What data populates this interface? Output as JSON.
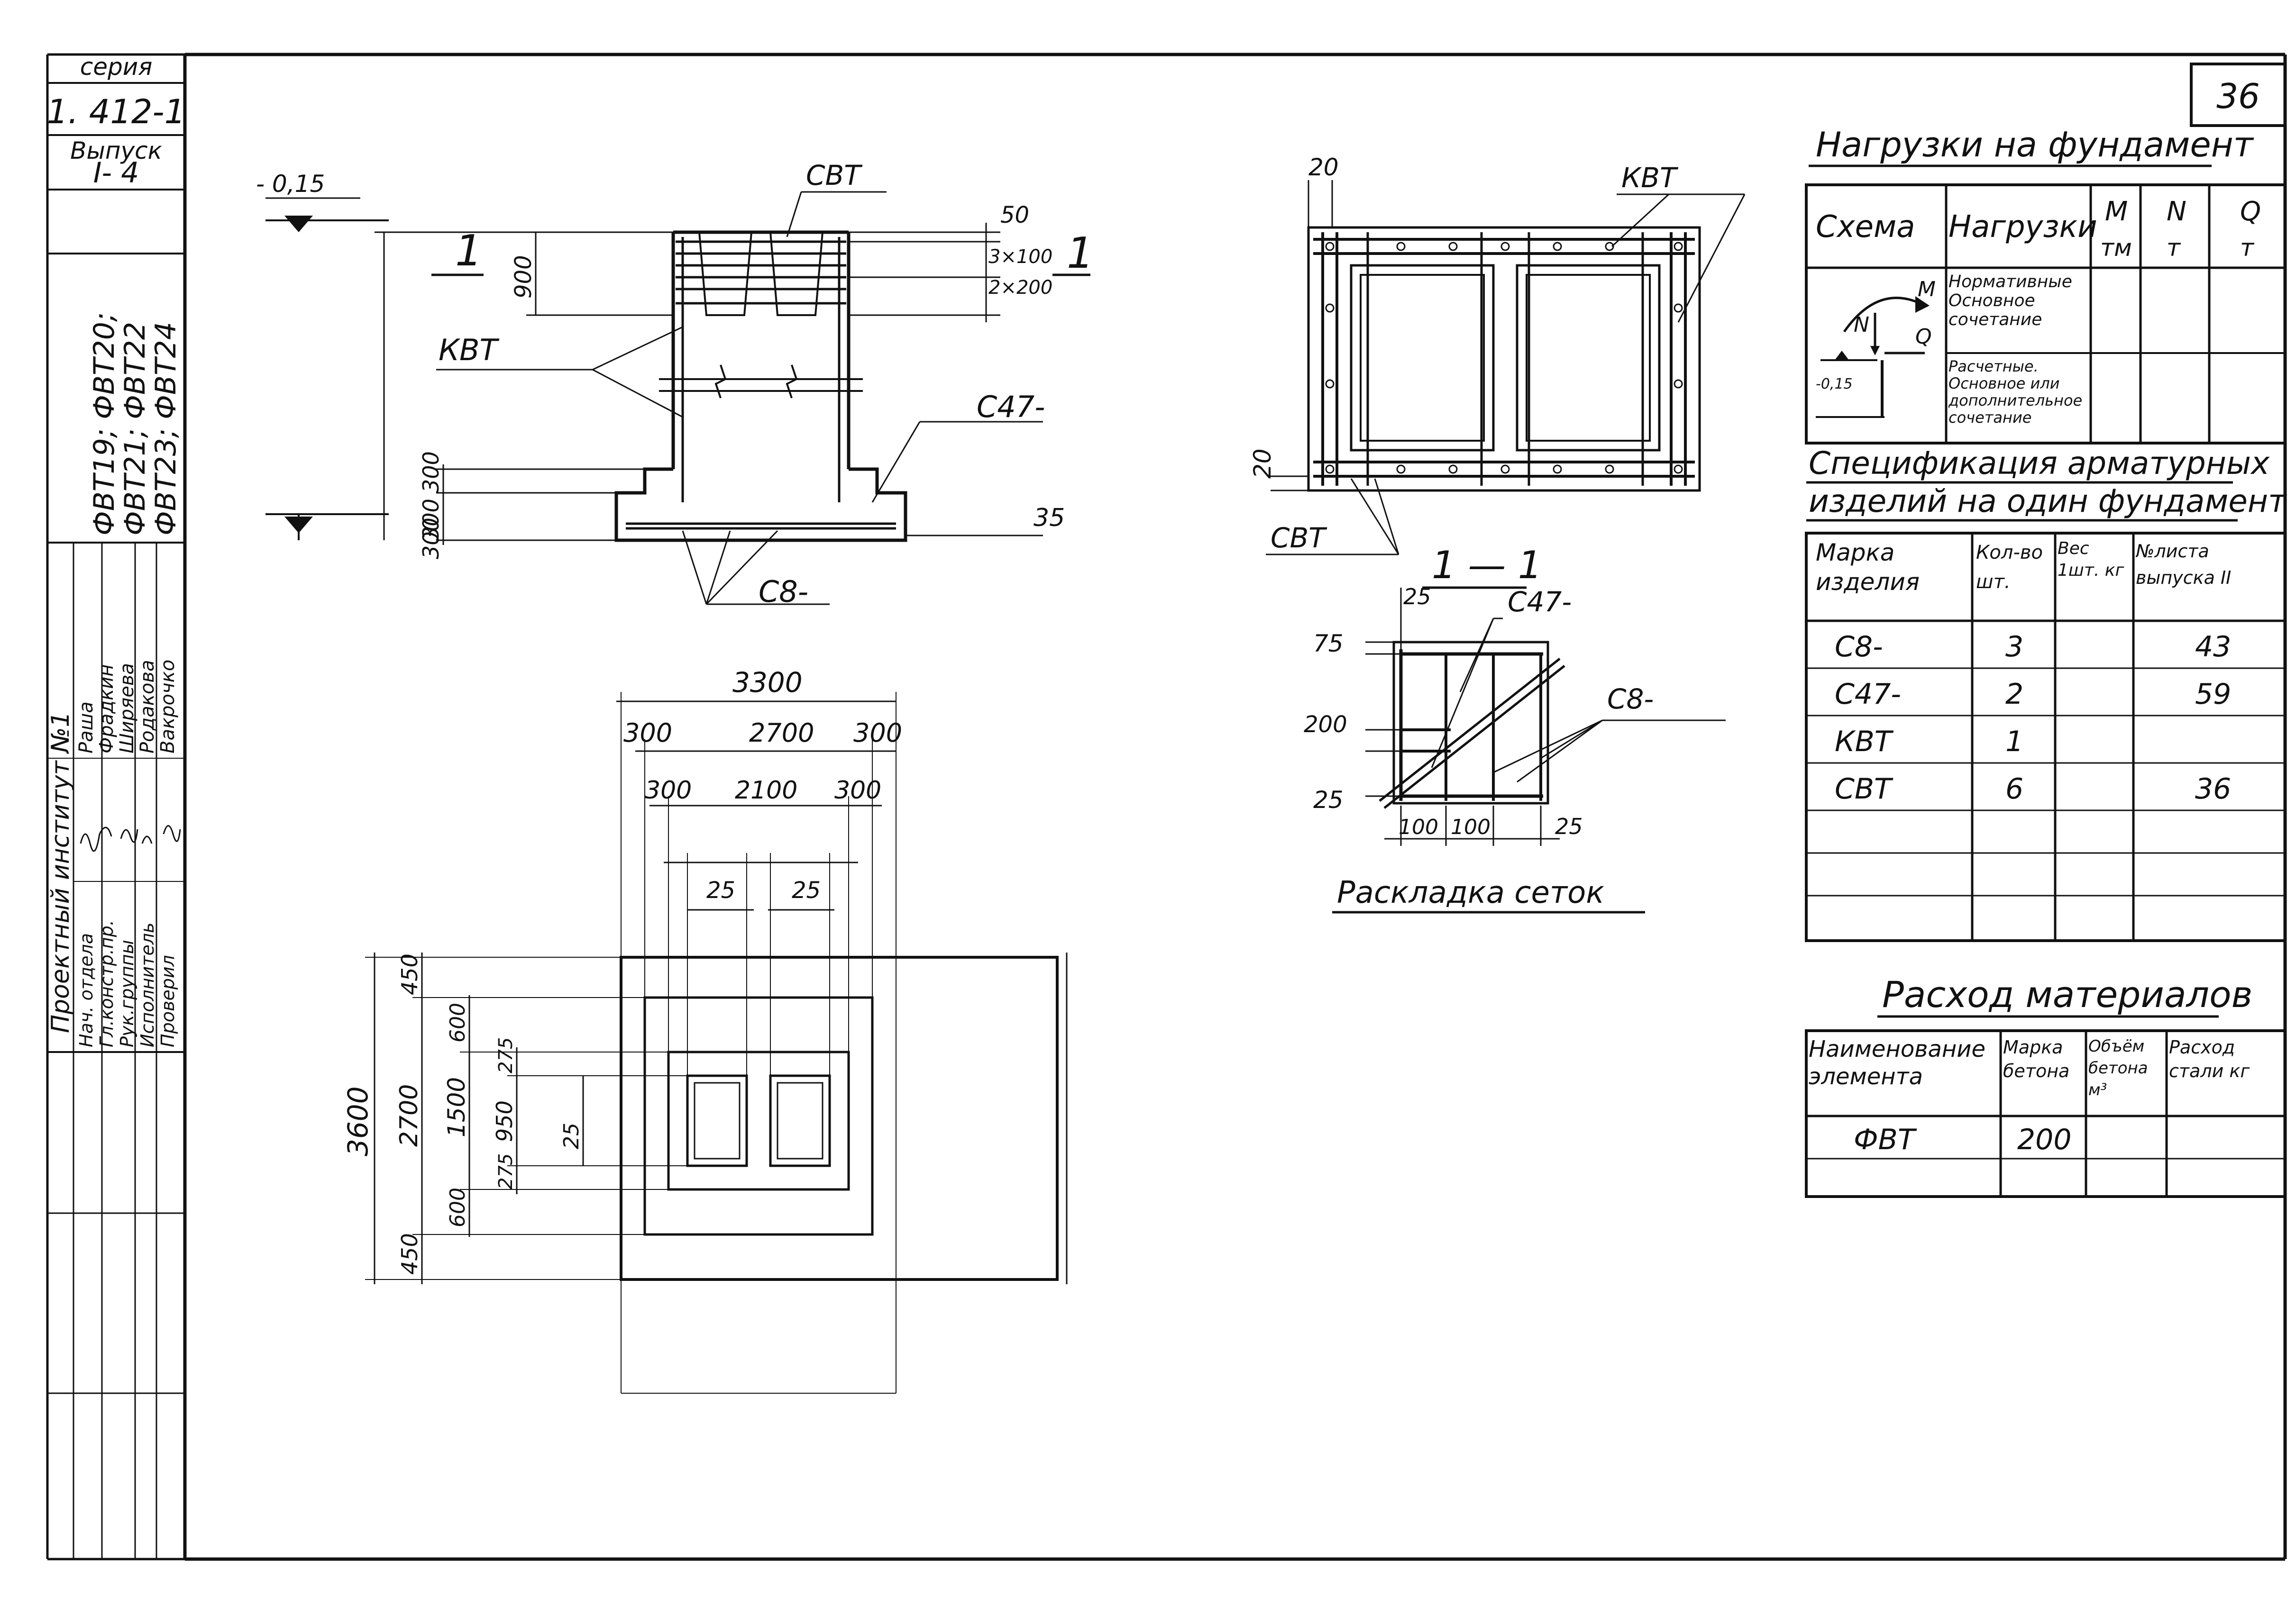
{
  "sheet_number": "36",
  "side_stamp": {
    "series_label": "серия",
    "series_value": "1. 412-1",
    "issue_label": "Выпуск",
    "issue_value": "I- 4",
    "marks_line1": "ФВТ19; ФВТ20;",
    "marks_line2": "ФВТ21; ФВТ22",
    "marks_line3": "ФВТ23; ФВТ24",
    "org": "Проектный институт №1",
    "roles": [
      "Нач. отдела",
      "Гл.констр.пр.",
      "Рук.группы",
      "Исполнитель",
      "Проверил"
    ],
    "names": [
      "Раша",
      "Фрадкин",
      "Ширяева",
      "Родакова",
      "Вакрочко"
    ]
  },
  "section_view": {
    "level_top": "- 0,15",
    "section_mark": "1",
    "dim_900": "900",
    "dim_50": "50",
    "dim_3x100": "3×100",
    "dim_2x200": "2×200",
    "label_svt": "СВТ",
    "label_kvt": "КВТ",
    "label_c47": "С47-",
    "label_c8": "С8-",
    "dim_300a": "300",
    "dim_300b": "300",
    "dim_300c": "300",
    "dim_35": "35"
  },
  "plan_view": {
    "dim_3300": "3300",
    "dim_300_l": "300",
    "dim_2700": "2700",
    "dim_300_r": "300",
    "dim_300_il": "300",
    "dim_2100": "2100",
    "dim_300_ir": "300",
    "dim_25_a": "25",
    "dim_25_b": "25",
    "dim_3600": "3600",
    "dim_2700v": "2700",
    "dim_1500": "1500",
    "dim_950": "950",
    "dim_450_t": "450",
    "dim_600_t": "600",
    "dim_275_t": "275",
    "dim_275_b": "275",
    "dim_600_b": "600",
    "dim_450_b": "450",
    "dim_25_c": "25"
  },
  "rebar_plan": {
    "dim_20_top": "20",
    "dim_20_side": "20",
    "label_kvt": "КВТ",
    "label_svt": "СВТ"
  },
  "section_11": {
    "title": "1 — 1",
    "dim_25_t": "25",
    "label_c47": "С47-",
    "label_c8": "С8-",
    "dim_75": "75",
    "dim_200": "200",
    "dim_25_l": "25",
    "dim_100a": "100",
    "dim_100b": "100",
    "dim_25_r": "25",
    "caption": "Раскладка сеток"
  },
  "loads_table": {
    "title": "Нагрузки на фундамент",
    "headers": [
      "Схема",
      "Нагрузки",
      "М",
      "N",
      "Q"
    ],
    "units": [
      "тм",
      "т",
      "т"
    ],
    "row1": "Нормативные Основное сочетание",
    "row2": "Расчетные. Основное или дополнительное сочетание",
    "scheme_labels": {
      "m": "M",
      "n": "N",
      "q": "Q",
      "level": "-0,15"
    }
  },
  "spec_table": {
    "title_line1": "Спецификация арматурных",
    "title_line2": "изделий на один фундамент",
    "headers": [
      "Марка изделия",
      "Кол-во шт.",
      "Вес 1шт. кг",
      "№листа выпуска II"
    ],
    "rows": [
      [
        "С8-",
        "3",
        "",
        "43"
      ],
      [
        "С47-",
        "2",
        "",
        "59"
      ],
      [
        "КВТ",
        "1",
        "",
        ""
      ],
      [
        "СВТ",
        "6",
        "",
        "36"
      ],
      [
        "",
        "",
        "",
        ""
      ],
      [
        "",
        "",
        "",
        ""
      ],
      [
        "",
        "",
        "",
        ""
      ]
    ]
  },
  "materials_table": {
    "title": "Расход материалов",
    "headers": [
      "Наименование элемента",
      "Марка бетона",
      "Объём бетона м³",
      "Расход стали кг"
    ],
    "rows": [
      [
        "ФВТ",
        "200",
        "",
        ""
      ],
      [
        "",
        "",
        "",
        ""
      ]
    ]
  }
}
